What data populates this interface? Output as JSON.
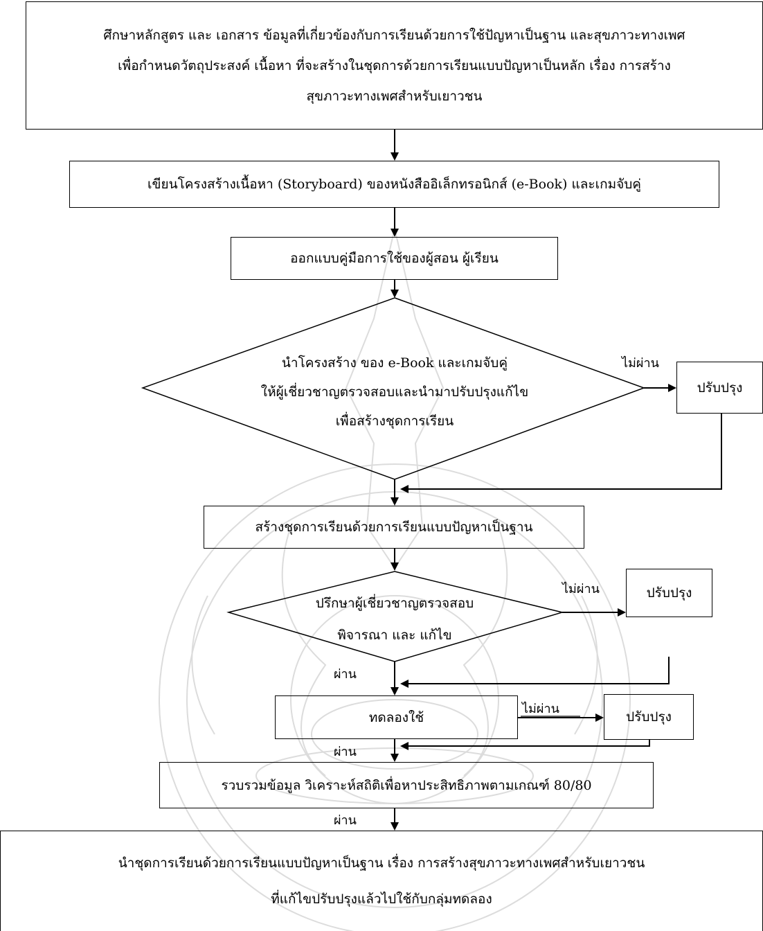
{
  "steps": {
    "study": [
      "ศึกษาหลักสูตร และ เอกสาร ข้อมูลที่เกี่ยวข้องกับการเรียนด้วยการใช้ปัญหาเป็นฐาน และสุขภาวะทางเพศ",
      "เพื่อกำหนดวัตถุประสงค์ เนื้อหา ที่จะสร้างในชุดการด้วยการเรียนแบบปัญหาเป็นหลัก เรื่อง การสร้าง",
      "สุขภาวะทางเพศสำหรับเยาวชน"
    ],
    "storyboard": "เขียนโครงสร้างเนื้อหา (Storyboard) ของหนังสืออิเล็กทรอนิกส์ (e-Book) และเกมจับคู่",
    "manual": "ออกแบบคู่มือการใช้ของผู้สอน ผู้เรียน",
    "review1": [
      "นำโครงสร้าง ของ e-Book และเกมจับคู่",
      "ให้ผู้เชี่ยวชาญตรวจสอบและนำมาปรับปรุงแก้ไข",
      "เพื่อสร้างชุดการเรียน"
    ],
    "build": "สร้างชุดการเรียนด้วยการเรียนแบบปัญหาเป็นฐาน",
    "review2": [
      "ปรึกษาผู้เชี่ยวชาญตรวจสอบ",
      "พิจารณา และ แก้ไข"
    ],
    "tryout": "ทดลองใช้",
    "analyze": "รวบรวมข้อมูล วิเคราะห์สถิติเพื่อหาประสิทธิภาพตามเกณฑ์ 80/80",
    "final": [
      "นำชุดการเรียนด้วยการเรียนแบบปัญหาเป็นฐาน เรื่อง การสร้างสุขภาวะทางเพศสำหรับเยาวชน",
      "ที่แก้ไขปรับปรุงแล้วไปใช้กับกลุ่มทดลอง"
    ],
    "improve1": "ปรับปรุง",
    "improve2": "ปรับปรุง",
    "improve3": "ปรับปรุง"
  },
  "labels": {
    "fail1": "ไม่ผ่าน",
    "fail2": "ไม่ผ่าน",
    "fail3": "ไม่ผ่าน",
    "pass1": "ผ่าน",
    "pass2": "ผ่าน",
    "pass3": "ผ่าน"
  },
  "colors": {
    "line": "#000000",
    "watermark": "#d9d9d9"
  }
}
